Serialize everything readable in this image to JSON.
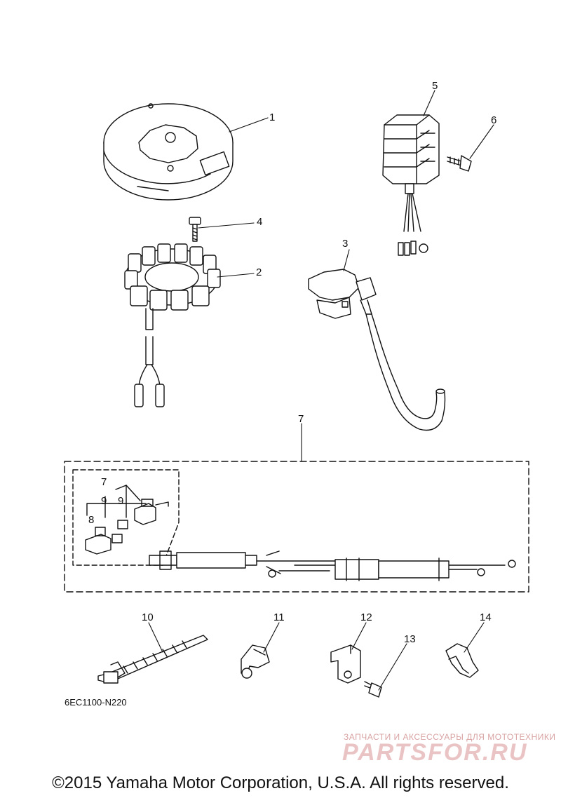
{
  "callouts": {
    "c1": "1",
    "c2": "2",
    "c3": "3",
    "c4": "4",
    "c5": "5",
    "c6": "6",
    "c7": "7",
    "c7b": "7",
    "c8": "8",
    "c9a": "9",
    "c9b": "9",
    "c10": "10",
    "c11": "11",
    "c12": "12",
    "c13": "13",
    "c14": "14"
  },
  "diagram_code": "6EC1100-N220",
  "watermark": {
    "tagline": "ЗАПЧАСТИ И АКСЕССУАРЫ ДЛЯ МОТОТЕХНИКИ",
    "logo": "PARTSFOR.RU"
  },
  "copyright": "©2015 Yamaha Motor Corporation, U.S.A. All rights reserved."
}
